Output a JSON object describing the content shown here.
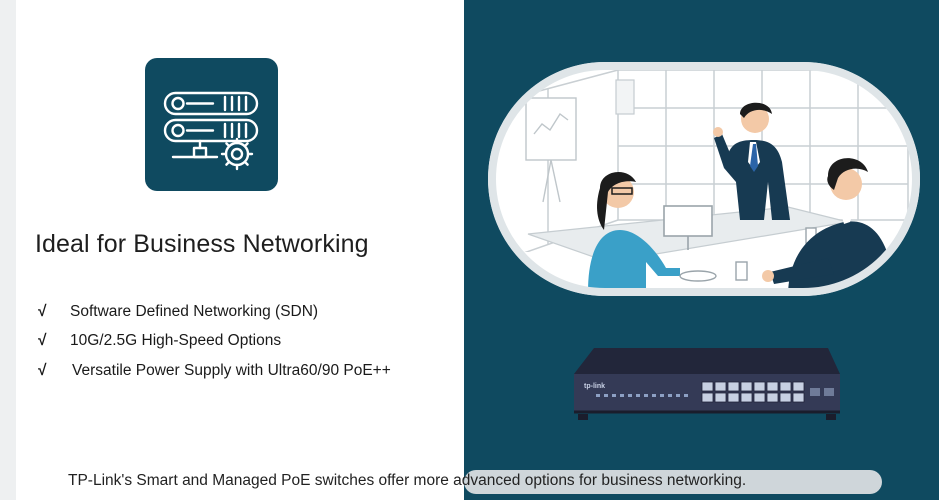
{
  "heading": "Ideal for Business Networking",
  "features": [
    {
      "check": "√",
      "text": "Software Defined Networking (SDN)"
    },
    {
      "check": "√",
      "text": "10G/2.5G High-Speed Options"
    },
    {
      "check": "√",
      "text": "Versatile Power Supply with Ultra60/90 PoE++"
    }
  ],
  "caption": "TP-Link's Smart and Managed PoE switches offer more advanced options for business networking.",
  "illustration": {
    "icon": "server-network-gear-icon",
    "scene": "office-meeting-illustration",
    "device": "network-switch-illustration",
    "device_logo": "tp-link"
  },
  "colors": {
    "brand_teal": "#0f4a60",
    "caption_highlight": "#cfd6da",
    "text": "#1e1e1e"
  }
}
